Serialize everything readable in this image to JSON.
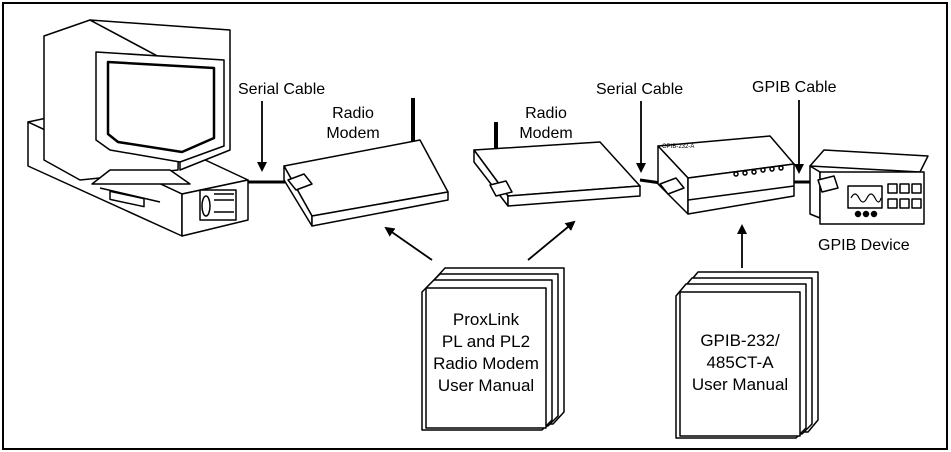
{
  "labels": {
    "serial_cable_left": "Serial Cable",
    "radio_modem_left": [
      "Radio",
      "Modem"
    ],
    "radio_modem_right": [
      "Radio",
      "Modem"
    ],
    "serial_cable_right": "Serial Cable",
    "gpib_cable": "GPIB Cable",
    "gpib_device": "GPIB Device",
    "converter_tag": "GPIB-232-A"
  },
  "manuals": {
    "proxlink": [
      "ProxLink",
      "PL and PL2",
      "Radio Modem",
      "User Manual"
    ],
    "gpib": [
      "GPIB-232/",
      "485CT-A",
      "User Manual"
    ]
  },
  "icons": [
    "computer-icon",
    "radio-modem-icon",
    "gpib-converter-icon",
    "gpib-instrument-icon",
    "manual-icon"
  ]
}
